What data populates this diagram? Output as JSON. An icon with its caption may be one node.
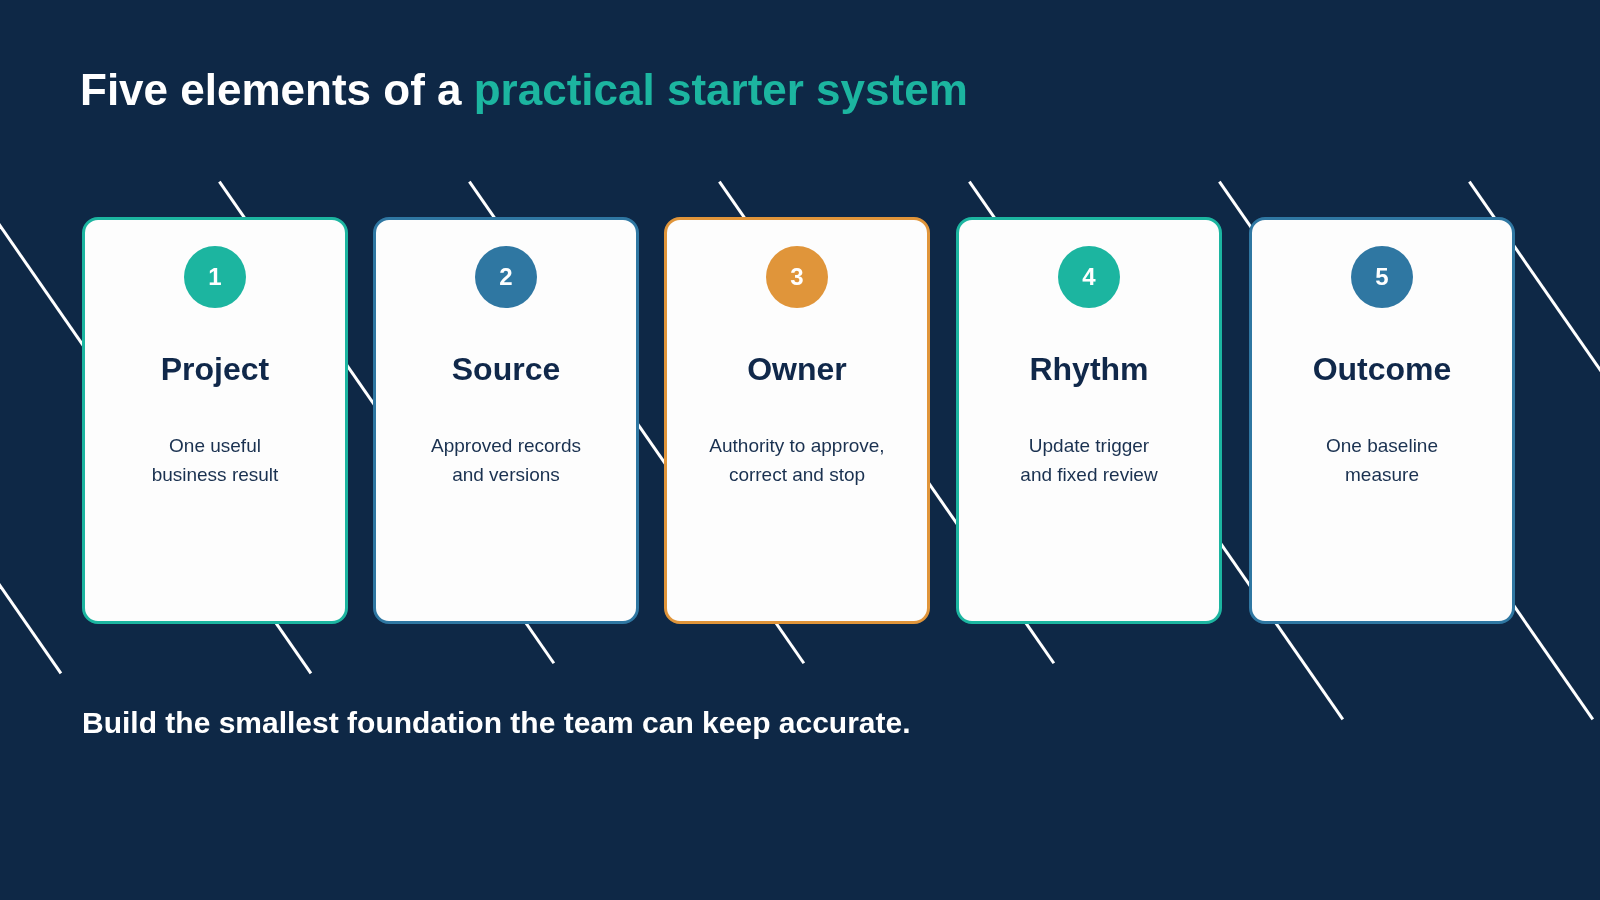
{
  "diagram": {
    "title": "Five elements of a practical starter system",
    "caption": "Build the smallest foundation the team can keep accurate.",
    "nodes": [
      {
        "text": [
          "Project",
          "One useful business result"
        ]
      },
      {
        "text": [
          "1"
        ],
        "in": 0
      },
      {
        "text": [
          "Source",
          "Approved records and versions"
        ]
      },
      {
        "text": [
          "2"
        ],
        "in": 2
      },
      {
        "text": [
          "Owner",
          "Authority to approve, correct and stop"
        ]
      },
      {
        "text": [
          "3"
        ],
        "in": 4
      },
      {
        "text": [
          "Rhythm",
          "Update trigger and fixed review"
        ]
      },
      {
        "text": [
          "4"
        ],
        "in": 6
      },
      {
        "text": [
          "Outcome",
          "One baseline measure"
        ]
      },
      {
        "text": [
          "5"
        ],
        "in": 8
      }
    ]
  }
}
